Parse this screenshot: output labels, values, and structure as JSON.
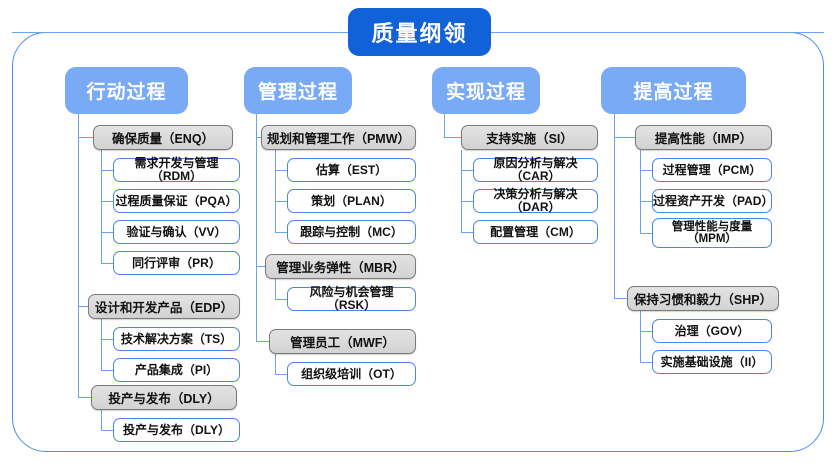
{
  "title": "质量纲领",
  "columns": [
    {
      "header": "行动过程",
      "groups": [
        {
          "label": "确保质量（ENQ）",
          "items": [
            "需求开发与管理（RDM）",
            "过程质量保证（PQA）",
            "验证与确认（VV）",
            "同行评审（PR）"
          ]
        },
        {
          "label": "设计和开发产品（EDP）",
          "items": [
            "技术解决方案（TS）",
            "产品集成（PI）"
          ]
        },
        {
          "label": "投产与发布（DLY）",
          "items": [
            "投产与发布（DLY）"
          ]
        }
      ]
    },
    {
      "header": "管理过程",
      "groups": [
        {
          "label": "规划和管理工作（PMW）",
          "items": [
            "估算（EST）",
            "策划（PLAN）",
            "跟踪与控制（MC）"
          ]
        },
        {
          "label": "管理业务弹性（MBR）",
          "items": [
            "风险与机会管理（RSK）"
          ]
        },
        {
          "label": "管理员工（MWF）",
          "items": [
            "组织级培训（OT）"
          ]
        }
      ]
    },
    {
      "header": "实现过程",
      "groups": [
        {
          "label": "支持实施（SI）",
          "items": [
            "原因分析与解决（CAR）",
            "决策分析与解决（DAR）",
            "配置管理（CM）"
          ]
        }
      ]
    },
    {
      "header": "提高过程",
      "groups": [
        {
          "label": "提高性能（IMP）",
          "items": [
            "过程管理（PCM）",
            "过程资产开发（PAD）",
            "管理性能与度量\n（MPM）"
          ]
        },
        {
          "label": "保持习惯和毅力（SHP）",
          "items": [
            "治理（GOV）",
            "实施基础设施（II）"
          ]
        }
      ]
    }
  ],
  "colors": {
    "title_bg": "#1162d8",
    "header_bg": "#79aaf5",
    "group_bg": "#d9d9d9",
    "group_border": "#7a7a7a",
    "leaf_border": "#4a86e8",
    "connector": "#6aa3f2",
    "frame_border": "#4a90f0",
    "text_dark": "#111111",
    "text_light": "#ffffff"
  }
}
